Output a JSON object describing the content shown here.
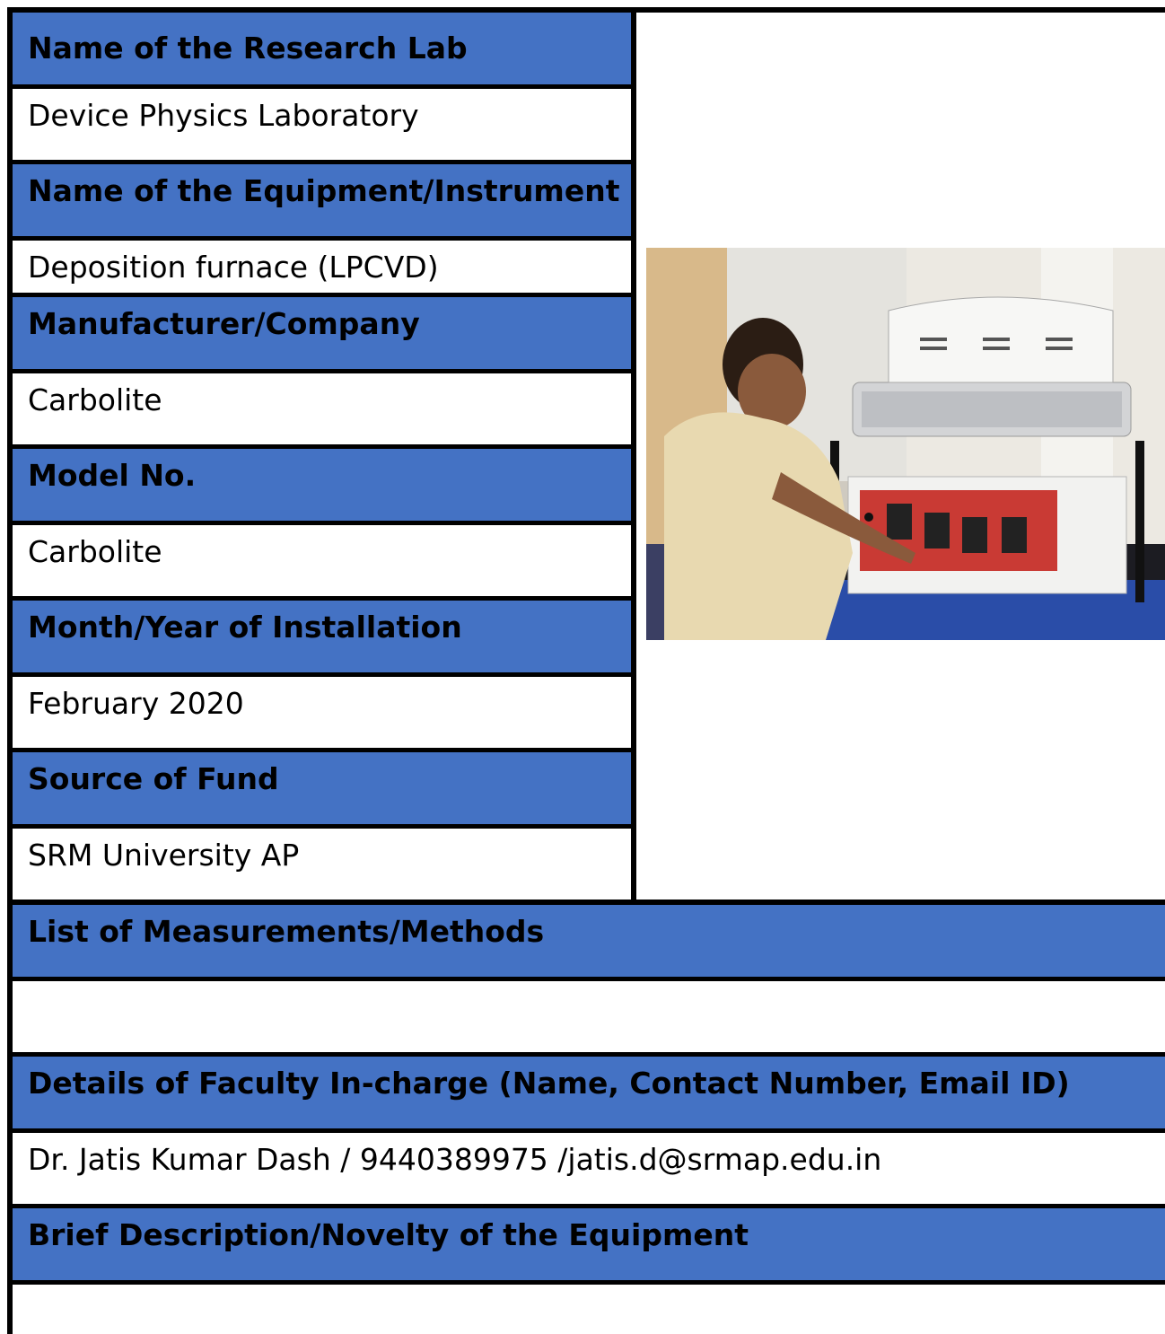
{
  "left_column": [
    {
      "label": "Name of the Research Lab",
      "value": "Device Physics Laboratory"
    },
    {
      "label": "Name of the Equipment/Instrument",
      "value": "Deposition furnace (LPCVD)"
    },
    {
      "label": "Manufacturer/Company",
      "value": "Carbolite"
    },
    {
      "label": "Model No.",
      "value": "Carbolite"
    },
    {
      "label": "Month/Year of Installation",
      "value": "February 2020"
    },
    {
      "label": "Source of Fund",
      "value": "SRM University AP"
    }
  ],
  "full_width": [
    {
      "label": "List of Measurements/Methods",
      "value": ""
    },
    {
      "label": "Details of Faculty In-charge (Name, Contact Number, Email ID)",
      "value": "Dr. Jatis Kumar Dash / 9440389975  /jatis.d@srmap.edu.in"
    },
    {
      "label": "Brief Description/Novelty of the Equipment",
      "value": ""
    }
  ],
  "colors": {
    "header_bg": "#4472c4",
    "border": "#000000"
  }
}
